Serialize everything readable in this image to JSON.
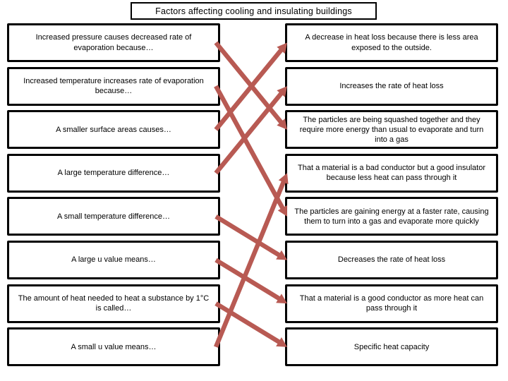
{
  "title": "Factors affecting cooling and insulating buildings",
  "left_items": [
    "Increased pressure causes decreased rate of evaporation because…",
    "Increased temperature increases rate of evaporation because…",
    "A smaller surface areas causes…",
    "A large temperature difference…",
    "A small temperature difference…",
    "A large u value means…",
    "The amount of heat needed to heat a substance by 1°C is called…",
    "A small u value means…"
  ],
  "right_items": [
    "A decrease in heat loss because there is less area exposed to the outside.",
    "Increases the rate of heat loss",
    "The particles are being squashed together and they require more energy than usual to evaporate and turn into a gas",
    "That a material is a bad conductor but a good insulator because less heat can pass through it",
    "The particles are gaining energy at a faster rate, causing them to turn into a gas and evaporate more quickly",
    "Decreases the rate of heat loss",
    "That a material is a good conductor as more heat can pass through it",
    "Specific heat capacity"
  ],
  "matches": [
    {
      "from": 0,
      "to": 2
    },
    {
      "from": 1,
      "to": 4
    },
    {
      "from": 2,
      "to": 0
    },
    {
      "from": 3,
      "to": 1
    },
    {
      "from": 4,
      "to": 5
    },
    {
      "from": 5,
      "to": 6
    },
    {
      "from": 6,
      "to": 7
    },
    {
      "from": 7,
      "to": 3
    }
  ],
  "colors": {
    "arrow": "#b85a53",
    "box_border": "#000000",
    "background": "#ffffff"
  }
}
